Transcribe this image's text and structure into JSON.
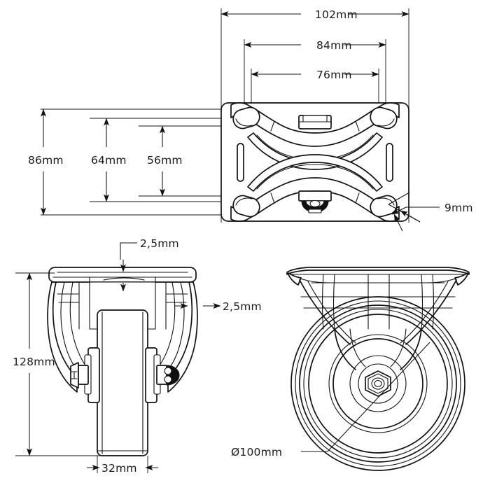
{
  "drawing": {
    "title": "Fixed caster technical drawing",
    "units": "mm",
    "line_color": "#111111",
    "background": "#ffffff"
  },
  "views": {
    "top": {
      "name": "top-plate-view",
      "description": "Top plate plan view with four mounting holes and two slots"
    },
    "front": {
      "name": "front-elevation-view",
      "description": "Front elevation of caster fork and wheel"
    },
    "side": {
      "name": "side-elevation-view",
      "description": "Side elevation showing wheel face and axle nut"
    }
  },
  "dimensions": {
    "plate_width": "102mm",
    "hole_spacing_outer": "84mm",
    "hole_spacing_inner": "76mm",
    "plate_depth": "86mm",
    "hole_depth_outer": "64mm",
    "hole_depth_inner": "56mm",
    "hole_diameter": "9mm",
    "plate_thickness": "2,5mm",
    "fork_thickness": "2,5mm",
    "overall_height": "128mm",
    "wheel_width": "32mm",
    "wheel_diameter": "Ø100mm"
  },
  "labels": [
    {
      "id": "w102",
      "text": "102mm",
      "meaning": "overall plate width"
    },
    {
      "id": "w84",
      "text": "84mm",
      "meaning": "outer bolt hole centre spacing"
    },
    {
      "id": "w76",
      "text": "76mm",
      "meaning": "inner bolt hole centre spacing"
    },
    {
      "id": "d86",
      "text": "86mm",
      "meaning": "overall plate depth"
    },
    {
      "id": "d64",
      "text": "64mm",
      "meaning": "outer hole centre depth spacing"
    },
    {
      "id": "d56",
      "text": "56mm",
      "meaning": "inner hole centre depth spacing"
    },
    {
      "id": "h9",
      "text": "9mm",
      "meaning": "bolt hole diameter"
    },
    {
      "id": "t25a",
      "text": "2,5mm",
      "meaning": "plate thickness"
    },
    {
      "id": "t25b",
      "text": "2,5mm",
      "meaning": "fork leg thickness"
    },
    {
      "id": "h128",
      "text": "128mm",
      "meaning": "overall caster height"
    },
    {
      "id": "w32",
      "text": "32mm",
      "meaning": "wheel tread width"
    },
    {
      "id": "dia100",
      "text": "Ø100mm",
      "meaning": "wheel diameter"
    }
  ]
}
